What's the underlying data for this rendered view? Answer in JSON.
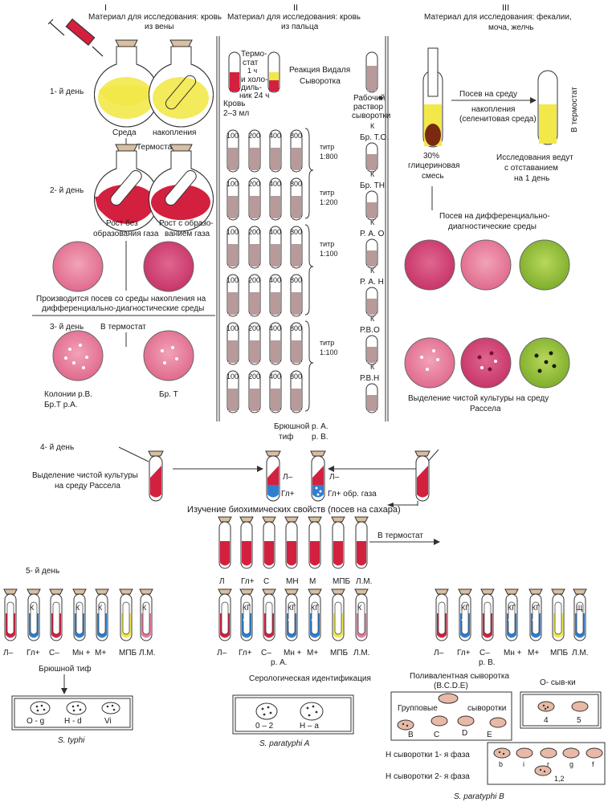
{
  "columns": {
    "I": {
      "numeral": "I",
      "title_line1": "Материал для исследования: кровь",
      "title_line2": "из вены"
    },
    "II": {
      "numeral": "II",
      "title_line1": "Материал для исследования: кровь",
      "title_line2": "из пальца"
    },
    "III": {
      "numeral": "III",
      "title_line1": "Материал  для исследования: фекалии,",
      "title_line2": "моча, желчь"
    }
  },
  "days": {
    "d1": "1- й день",
    "d2": "2- й день",
    "d3": "3- й день",
    "d4": "4- й день",
    "d5": "5- й день"
  },
  "col1": {
    "medium_a": "Среда",
    "medium_b": "накопления",
    "thermostat": "Термостат",
    "growth_no_gas_1": "Рост без",
    "growth_no_gas_2": "образования газа",
    "growth_gas_1": "Рост с образо-",
    "growth_gas_2": "ванием газа",
    "subculture_1": "Производится посев со среды накопления на",
    "subculture_2": "дифференциально-диагностические среды",
    "in_thermostat": "В термостат",
    "colonies_1": "Колонии р.В.",
    "colonies_2": "Бр.Т  р.А.",
    "br_t": "Бр. Т"
  },
  "col2": {
    "thermo_1": "Термо-",
    "thermo_2": "стат",
    "thermo_3": "1 ч",
    "thermo_4": "и холо-",
    "thermo_5": "диль-",
    "thermo_6": "ник 24 ч",
    "blood_1": "Кровь",
    "blood_2": "2–3 мл",
    "widal": "Реакция Видаля",
    "serum": "Сыворотка",
    "working_1": "Рабочий",
    "working_2": "раствор",
    "working_3": "сыворотки",
    "dilutions": [
      "100",
      "200",
      "400",
      "800"
    ],
    "titer_word": "титр",
    "titers": [
      "1:800",
      "1:200",
      "1:100",
      "1:100"
    ],
    "k": "К",
    "antigens": [
      "Бр. Т.О.",
      "Бр. ТН",
      "Р. А. О",
      "Р. А. Н",
      "Р.В.О",
      "Р.В.Н"
    ]
  },
  "col3": {
    "sowing_1": "Посев на среду",
    "sowing_2": "накопления",
    "sowing_3": "(селенитовая среда)",
    "in_thermostat": "В термостат",
    "glyc_1": "30%",
    "glyc_2": "глицериновая",
    "glyc_3": "смесь",
    "research_1": "Исследования ведут",
    "research_2": "с отставанием",
    "research_3": "на 1 день",
    "diff_1": "Посев на дифференциально-",
    "diff_2": "диагностические среды",
    "pure_1": "Выделение чистой культуры на среду",
    "pure_2": "Рассела"
  },
  "day4": {
    "isolation_1": "Выделение чистой культуры",
    "isolation_2": "на среду Рассела",
    "typhoid_1": "Брюшной",
    "typhoid_2": "тиф",
    "pa_1": "р. А.",
    "pa_2": "р. В.",
    "l_minus": "Л–",
    "gl_plus": "Гл+",
    "gl_plus_gas": "Гл+ обр. газа",
    "biochem": "Изучение биохимических свойств (посев на сахара)",
    "in_thermostat": "В термостат"
  },
  "sugars_top": [
    "Л",
    "Гл+",
    "С",
    "МН",
    "М",
    "МПБ",
    "Л.М."
  ],
  "sugars_left": [
    "Л–",
    "Гл+",
    "С–",
    "Мн +",
    "М+",
    "МПБ",
    "Л.М."
  ],
  "sugars_mid": [
    "Л–",
    "Гл+",
    "С–",
    "Мн +",
    "М+",
    "МПБ",
    "Л.М."
  ],
  "sugars_right": [
    "Л–",
    "Гл+",
    "С–",
    "Мн +",
    "М+",
    "МПБ",
    "Л.М."
  ],
  "tube_marks": {
    "k": "К",
    "kg": "КГ",
    "shch": "Щ"
  },
  "labels_bottom": {
    "typhoid": "Брюшной тиф",
    "pa": "р. А.",
    "pb": "р. В.",
    "serological": "Серологическая идентификация",
    "polyvalent_1": "Поливалентная сыворотка",
    "polyvalent_2": "(B.C.D.E)",
    "group_1": "Групповые",
    "group_2": "сыворотки",
    "groups": [
      "B",
      "C",
      "D",
      "E"
    ],
    "o_sera": "О- сыв-ки",
    "o_nums": [
      "4",
      "5"
    ],
    "h_phase1": "Н сыворотки 1- я фаза",
    "h_phase2": "Н сыворотки 2- я фаза",
    "h1_letters": [
      "b",
      "i",
      "r",
      "g",
      "f"
    ],
    "h2_label": "1,2",
    "box1": [
      "O - g",
      "H - d",
      "Vi"
    ],
    "box2": [
      "0 – 2",
      "H – a"
    ],
    "species1": "S. typhi",
    "species2": "S. paratyphi  A",
    "species3": "S. paratyphi B"
  },
  "colors": {
    "red": "#d4203f",
    "yellow": "#f2e84a",
    "blue": "#2f7fd0",
    "pink": "#e8789a",
    "green": "#9cc63a",
    "brown": "#b89a9a"
  }
}
